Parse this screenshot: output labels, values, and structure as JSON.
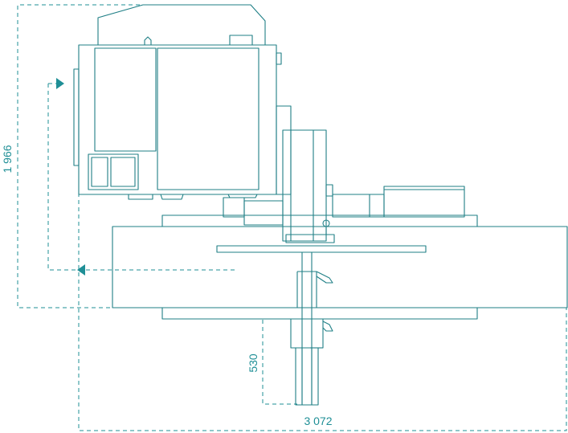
{
  "diagram": {
    "line_color": "#1f7f86",
    "dimension_color": "#1f8f96",
    "dimensions": {
      "height": "1 966",
      "depth": "530",
      "width": "3 072"
    }
  }
}
